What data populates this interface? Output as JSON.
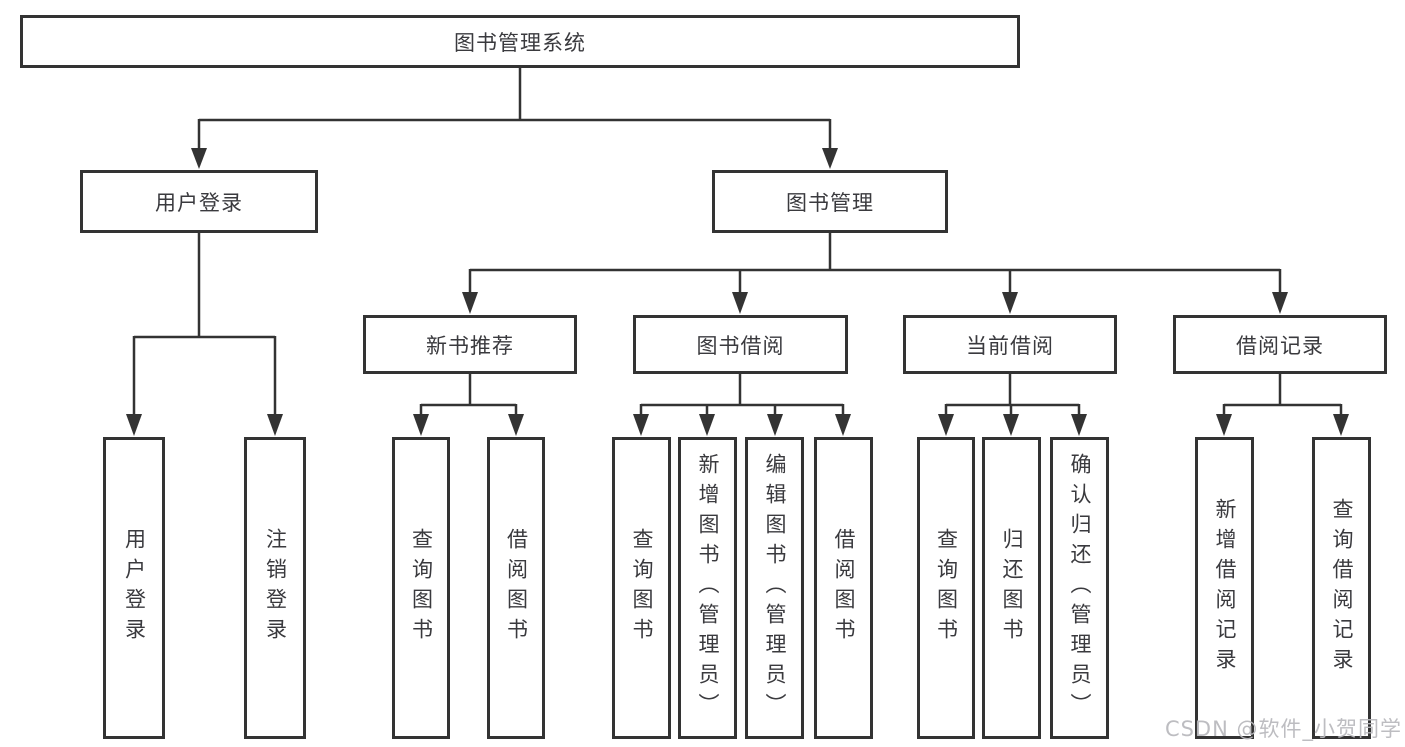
{
  "tree": {
    "root": {
      "label": "图书管理系统"
    },
    "branches": [
      {
        "label": "用户登录",
        "children": [
          "用户登录",
          "注销登录"
        ]
      },
      {
        "label": "图书管理",
        "children": [
          {
            "label": "新书推荐",
            "children": [
              "查询图书",
              "借阅图书"
            ]
          },
          {
            "label": "图书借阅",
            "children": [
              "查询图书",
              "新增图书（管理员）",
              "编辑图书（管理员）",
              "借阅图书"
            ]
          },
          {
            "label": "当前借阅",
            "children": [
              "查询图书",
              "归还图书",
              "确认归还（管理员）"
            ]
          },
          {
            "label": "借阅记录",
            "children": [
              "新增借阅记录",
              "查询借阅记录"
            ]
          }
        ]
      }
    ]
  },
  "watermark": "CSDN @软件_小贺同学",
  "colors": {
    "line": "#333333",
    "text": "#3a3a3e",
    "watermark": "#b9b9be",
    "background": "#ffffff"
  }
}
